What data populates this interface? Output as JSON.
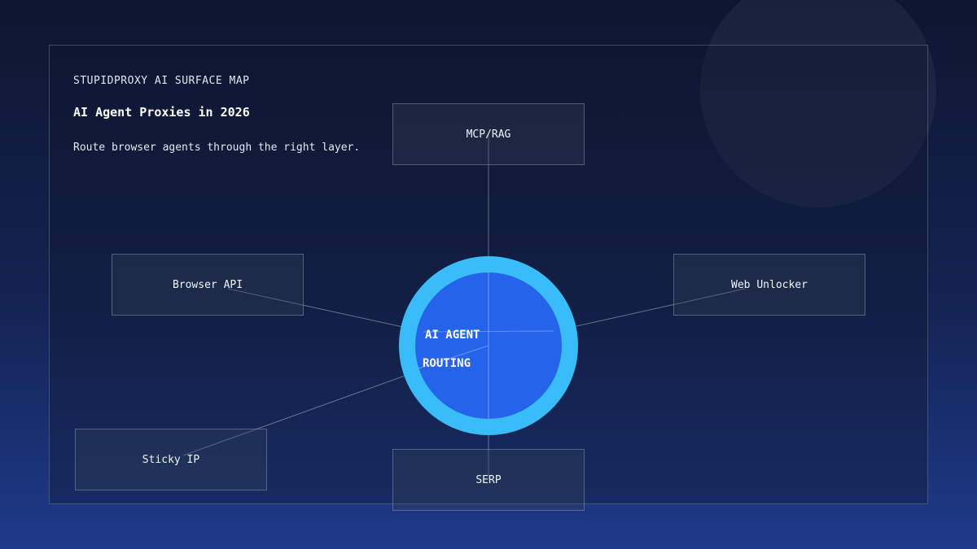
{
  "header": {
    "eyebrow": "STUPIDPROXY AI SURFACE MAP",
    "title": "AI Agent Proxies in 2026",
    "subtitle": "Route browser agents through the right layer."
  },
  "hub": {
    "line1": "AI AGENT",
    "line2": "ROUTING"
  },
  "nodes": [
    {
      "id": "mcp-rag",
      "label": "MCP/RAG"
    },
    {
      "id": "browser-api",
      "label": "Browser API"
    },
    {
      "id": "web-unlocker",
      "label": "Web Unlocker"
    },
    {
      "id": "sticky-ip",
      "label": "Sticky IP"
    },
    {
      "id": "serp",
      "label": "SERP"
    }
  ],
  "colors": {
    "hub_ring": "#38bdf8",
    "hub_core": "#2563eb"
  }
}
